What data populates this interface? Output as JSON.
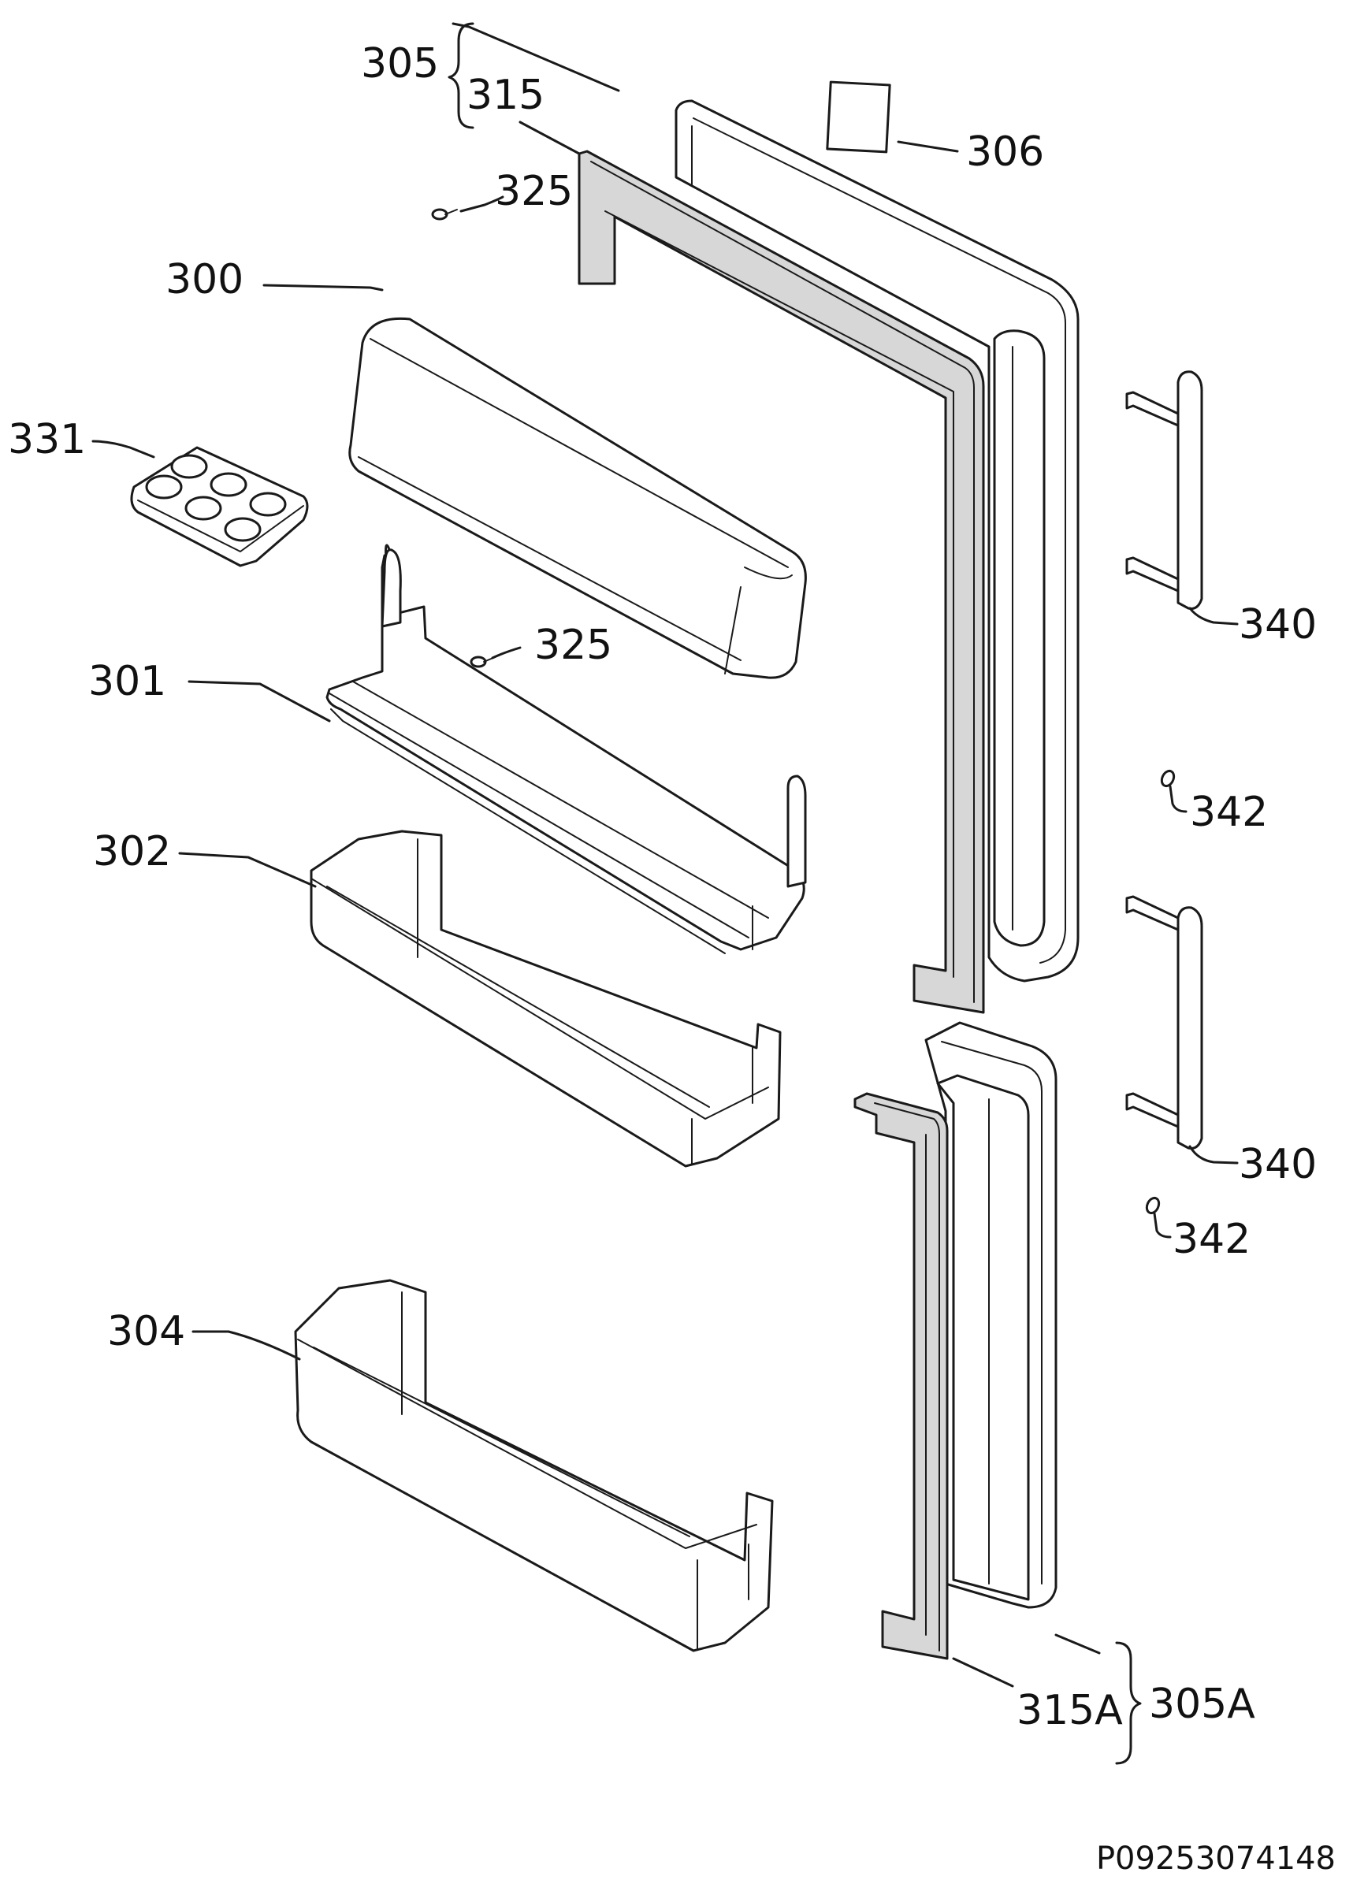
{
  "labels": {
    "305": "305",
    "315": "315",
    "306": "306",
    "325a": "325",
    "300": "300",
    "331": "331",
    "301": "301",
    "325b": "325",
    "340a": "340",
    "342a": "342",
    "302": "302",
    "340b": "340",
    "342b": "342",
    "304": "304",
    "315A": "315A",
    "305A": "305A"
  },
  "document_id": "P09253074148"
}
